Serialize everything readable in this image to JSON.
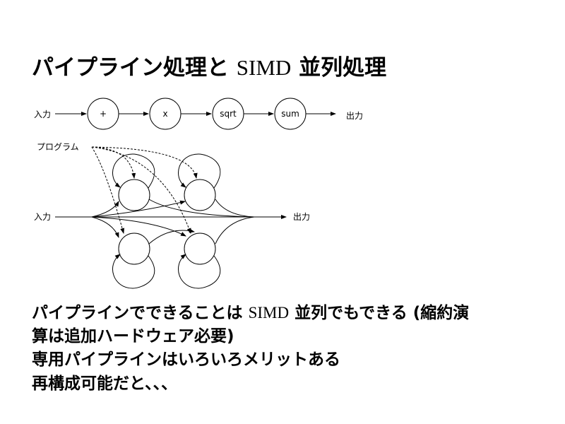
{
  "title": {
    "part1": "パイプライン処理と ",
    "latin": "SIMD",
    "part2": " 並列処理"
  },
  "pipeline": {
    "input_label": "入力",
    "output_label": "出力",
    "stages": [
      "+",
      "x",
      "sqrt",
      "sum"
    ]
  },
  "simd": {
    "program_label": "プログラム",
    "input_label": "入力",
    "output_label": "出力"
  },
  "body": {
    "line1_a": "パイプラインでできることは ",
    "line1_latin": "SIMD",
    "line1_b": " 並列でもできる (縮約演",
    "line2": "算は追加ハードウェア必要)",
    "line3": "専用パイプラインはいろいろメリットある",
    "line4": "再構成可能だと、、、"
  }
}
